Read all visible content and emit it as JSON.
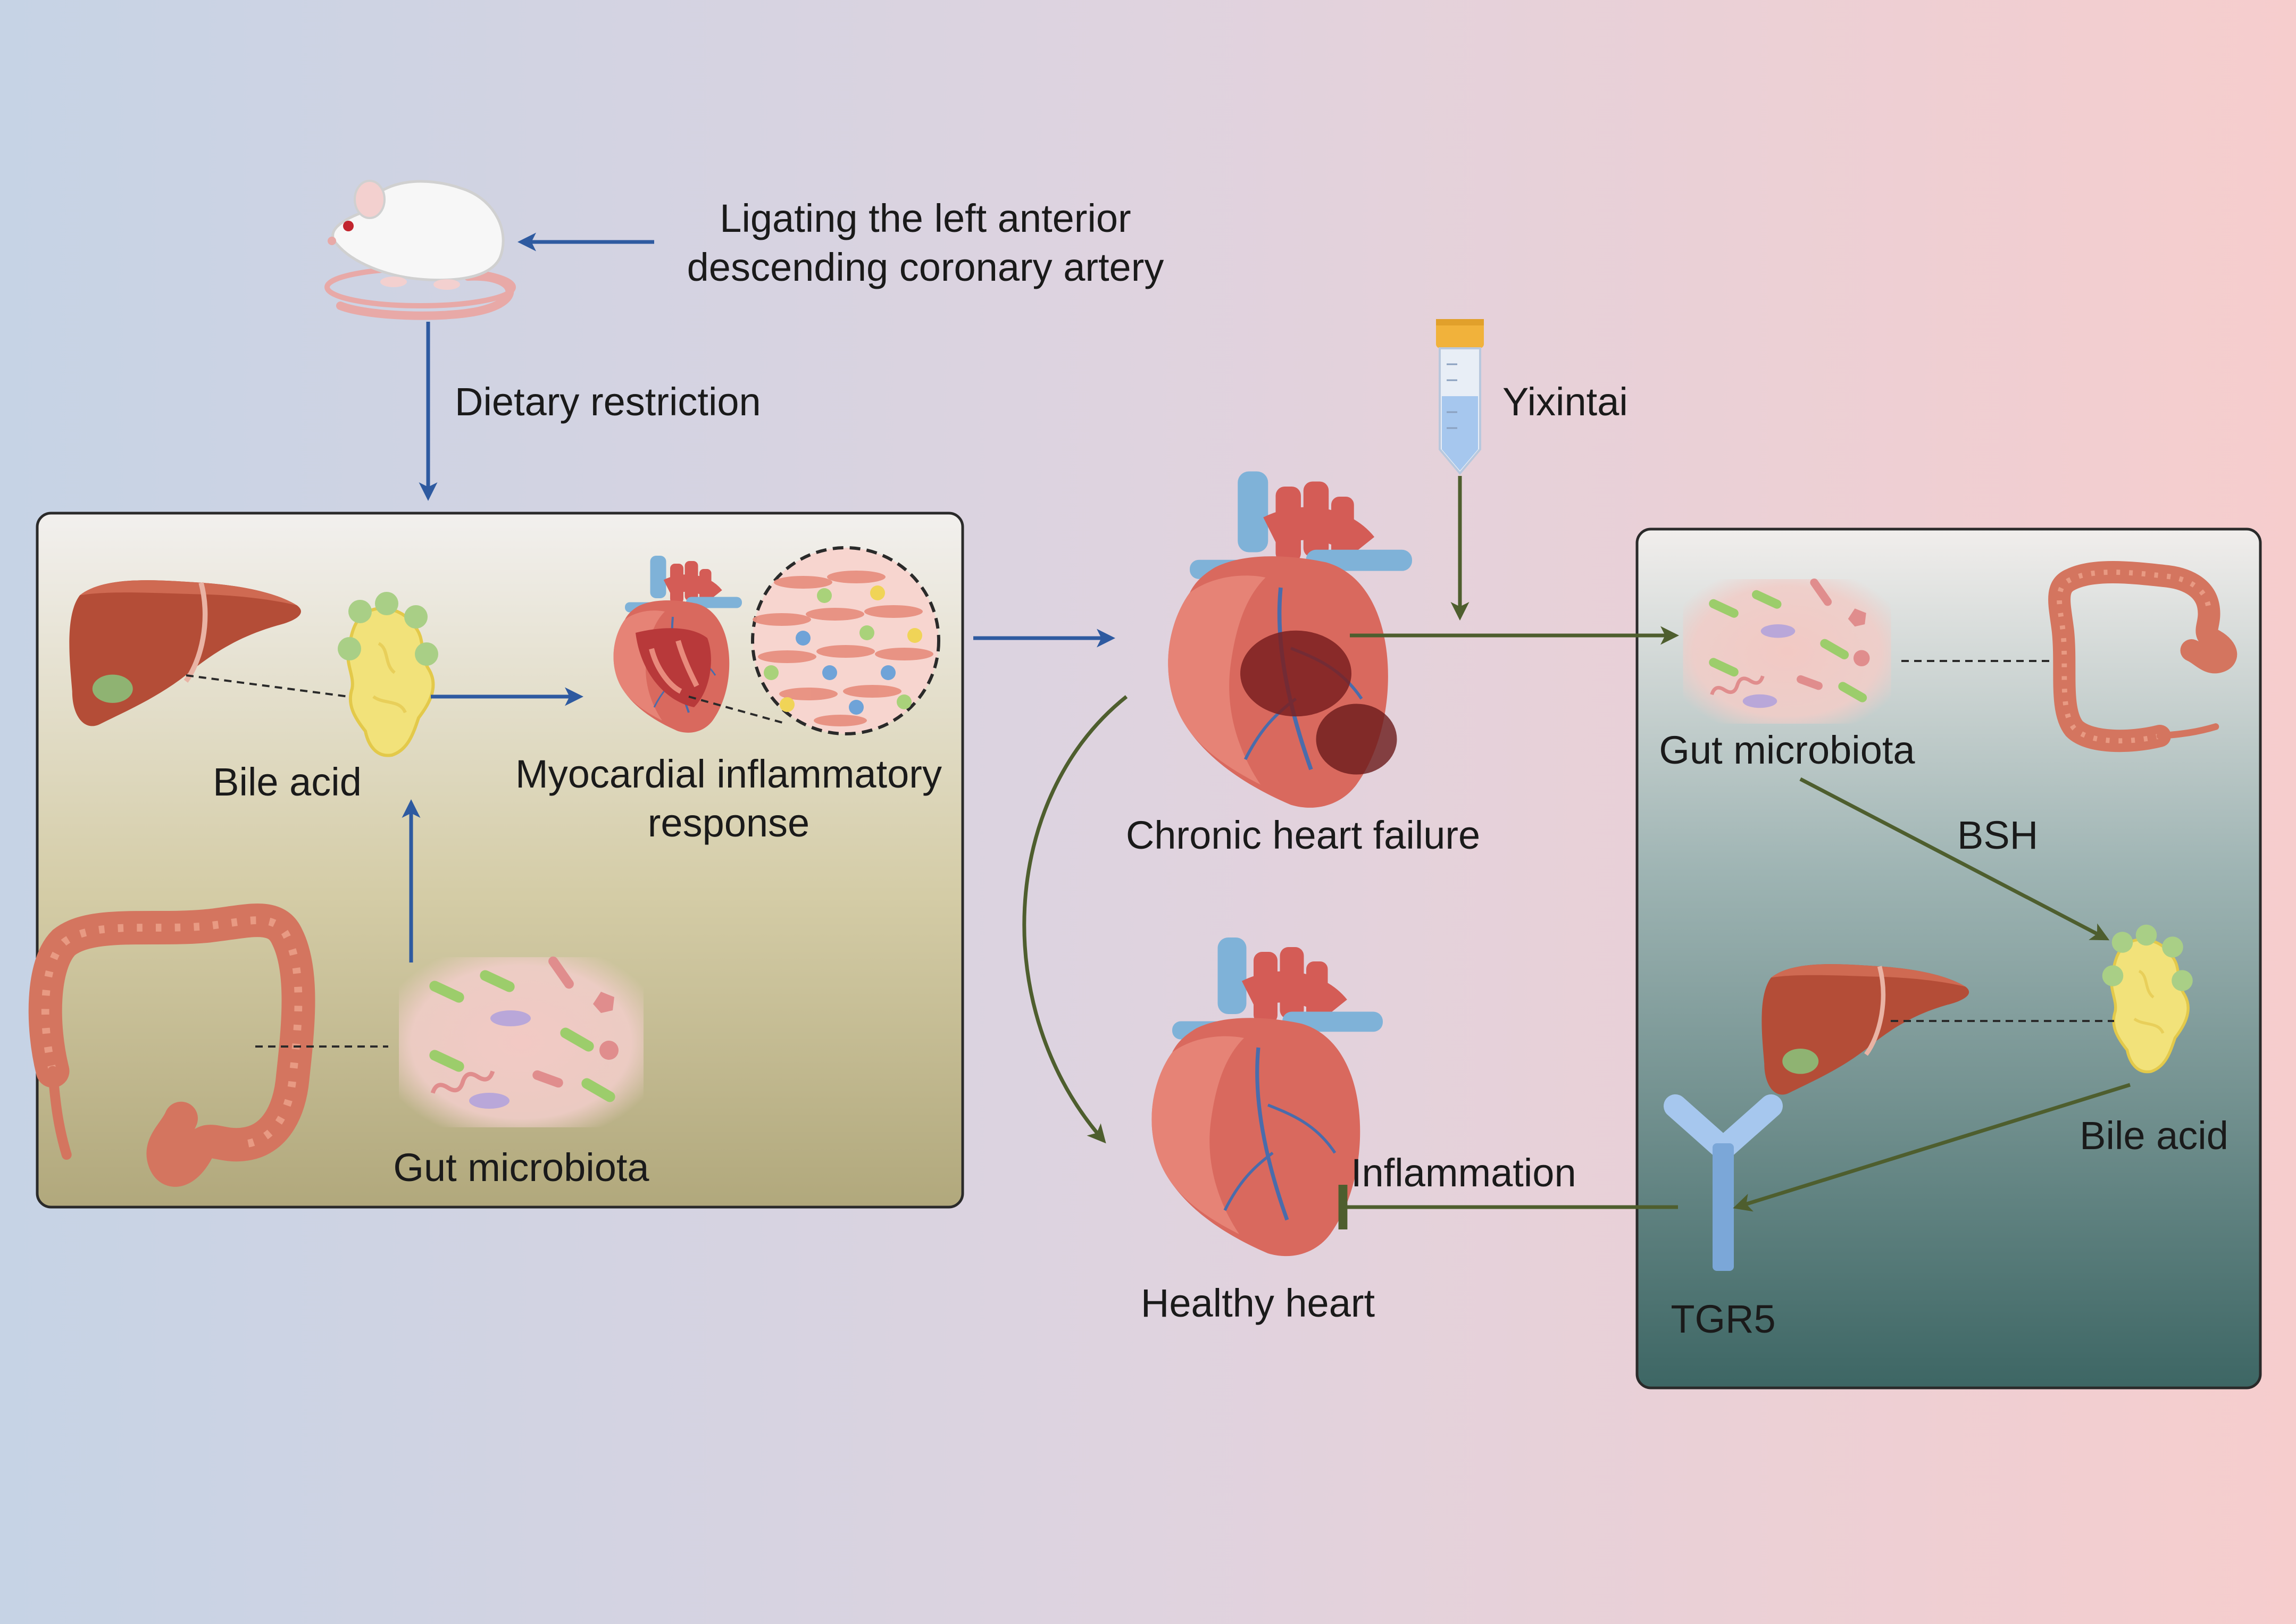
{
  "texts": {
    "ligating": "Ligating the left anterior\ndescending coronary artery",
    "dietary": "Dietary restriction",
    "yixintai": "Yixintai",
    "bile_acid_left": "Bile acid",
    "myocardial": "Myocardial inflammatory\nresponse",
    "gut_left": "Gut microbiota",
    "chf": "Chronic heart failure",
    "healthy": "Healthy heart",
    "inflammation": "Inflammation",
    "gut_right": "Gut microbiota",
    "bsh": "BSH",
    "bile_acid_right": "Bile acid",
    "tgr5": "TGR5"
  },
  "icons": [
    "rat-icon",
    "liver-icon",
    "bile-acid-icon",
    "heart-section-icon",
    "myocardial-cells-icon",
    "colon-icon",
    "microbiota-icon",
    "chronic-heart-icon",
    "healthy-heart-icon",
    "sample-tube-icon",
    "tgr5-receptor-icon"
  ],
  "colors": {
    "blue_arrow": "#2e5aa0",
    "green_arrow": "#4e5e2e",
    "bg_left": "#c6d3e5",
    "bg_right": "#f6cdcd"
  }
}
